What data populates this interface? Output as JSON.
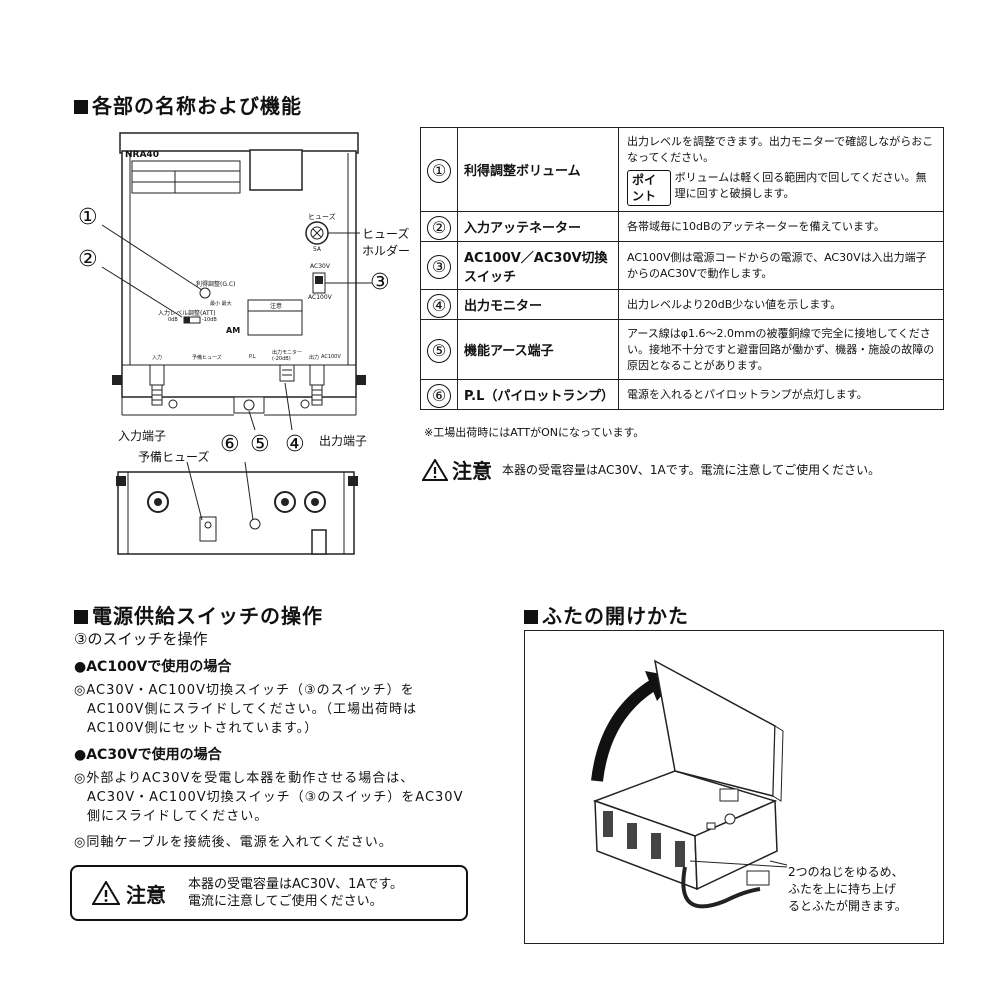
{
  "section_names": {
    "title": "各部の名称および機能"
  },
  "device": {
    "model": "NRA40",
    "fuse_small": "ヒューズ",
    "fuse_amp": "5A",
    "gain_label": "利得調整(G.C)",
    "gain_minmax": "最小  最大",
    "att_label": "入力レベル調整(ATT)",
    "att_0db": "0dB",
    "att_10db": "-10dB",
    "caution_small": "注意",
    "am": "AM",
    "switch_ac30": "AC30V",
    "switch_ac100": "AC100V",
    "port_in": "入力",
    "port_spare": "予備ヒューズ",
    "port_pl": "P.L",
    "port_mon": "出力モニター\n(-20dB)",
    "port_out": "出力",
    "port_ac100": "AC100V"
  },
  "callouts": {
    "fuse_holder_1": "ヒューズ",
    "fuse_holder_2": "ホルダー",
    "input_terminal": "入力端子",
    "output_terminal": "出力端子",
    "spare_fuse": "予備ヒューズ",
    "n1": "①",
    "n2": "②",
    "n3": "③",
    "n4": "④",
    "n5": "⑤",
    "n6": "⑥"
  },
  "spec_table": [
    {
      "num": "①",
      "name": "利得調整ボリューム",
      "desc": "出力レベルを調整できます。出力モニターで確認しながらおこなってください。",
      "point": "ポイント",
      "point_text": "ボリュームは軽く回る範囲内で回してください。無理に回すと破損します。"
    },
    {
      "num": "②",
      "name": "入力アッテネーター",
      "desc": "各帯域毎に10dBのアッテネーターを備えています。"
    },
    {
      "num": "③",
      "name": "AC100V／AC30V切換スイッチ",
      "desc": "AC100V側は電源コードからの電源で、AC30Vは入出力端子からのAC30Vで動作します。"
    },
    {
      "num": "④",
      "name": "出力モニター",
      "desc": "出力レベルより20dB少ない値を示します。"
    },
    {
      "num": "⑤",
      "name": "機能アース端子",
      "desc": "アース線はφ1.6〜2.0mmの被覆銅線で完全に接地してください。接地不十分ですと避雷回路が働かず、機器・施設の故障の原因となることがあります。"
    },
    {
      "num": "⑥",
      "name": "P.L（パイロットランプ）",
      "desc": "電源を入れるとパイロットランプが点灯します。"
    }
  ],
  "factory_note": "※工場出荷時にはATTがONになっています。",
  "caution_top": {
    "label": "注意",
    "text": "本器の受電容量はAC30V、1Aです。電流に注意してご使用ください。"
  },
  "power": {
    "title": "電源供給スイッチの操作",
    "subtitle": "③のスイッチを操作",
    "ac100_heading": "●AC100Vで使用の場合",
    "ac100_lines": [
      "◎AC30V・AC100V切換スイッチ（③のスイッチ）を",
      "AC100V側にスライドしてください。（工場出荷時は",
      "AC100V側にセットされています。）"
    ],
    "ac30_heading": "●AC30Vで使用の場合",
    "ac30_lines": [
      "◎外部よりAC30Vを受電し本器を動作させる場合は、",
      "AC30V・AC100V切換スイッチ（③のスイッチ）をAC30V",
      "側にスライドしてください。"
    ],
    "coax_line": "◎同軸ケーブルを接続後、電源を入れてください。",
    "caution_label": "注意",
    "caution_text_1": "本器の受電容量はAC30V、1Aです。",
    "caution_text_2": "電流に注意してご使用ください。"
  },
  "lid": {
    "title": "ふたの開けかた",
    "note_lines": [
      "2つのねじをゆるめ、",
      "ふたを上に持ち上げ",
      "るとふたが開きます。"
    ]
  }
}
